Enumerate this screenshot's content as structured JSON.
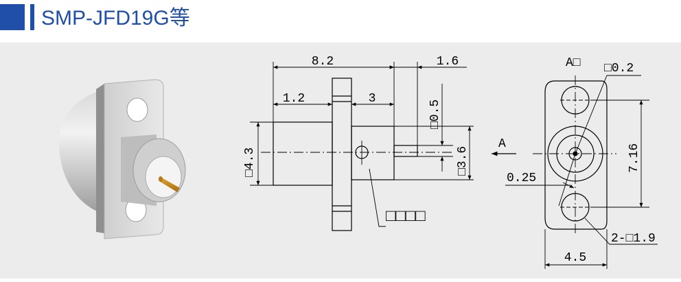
{
  "header": {
    "title": "SMP-JFD19G等",
    "accent_color": "#1f4fa8"
  },
  "front_view": {
    "dim_overall_length": "8.2",
    "dim_pin_length": "1.6",
    "dim_left_length": "1.2",
    "dim_flange_to_end": "3",
    "dim_pin_offset": "□0.5",
    "dim_body_dia": "□4.3",
    "dim_end_dia": "□3.6",
    "callout_label": "□□□□"
  },
  "end_view": {
    "section_label": "A□",
    "section_marker": "A",
    "dim_hole_dia": "□0.2",
    "dim_hole_pitch": "7.16",
    "dim_offset": "0.25",
    "dim_mount_holes": "2-□1.9",
    "dim_flange_width": "4.5"
  }
}
